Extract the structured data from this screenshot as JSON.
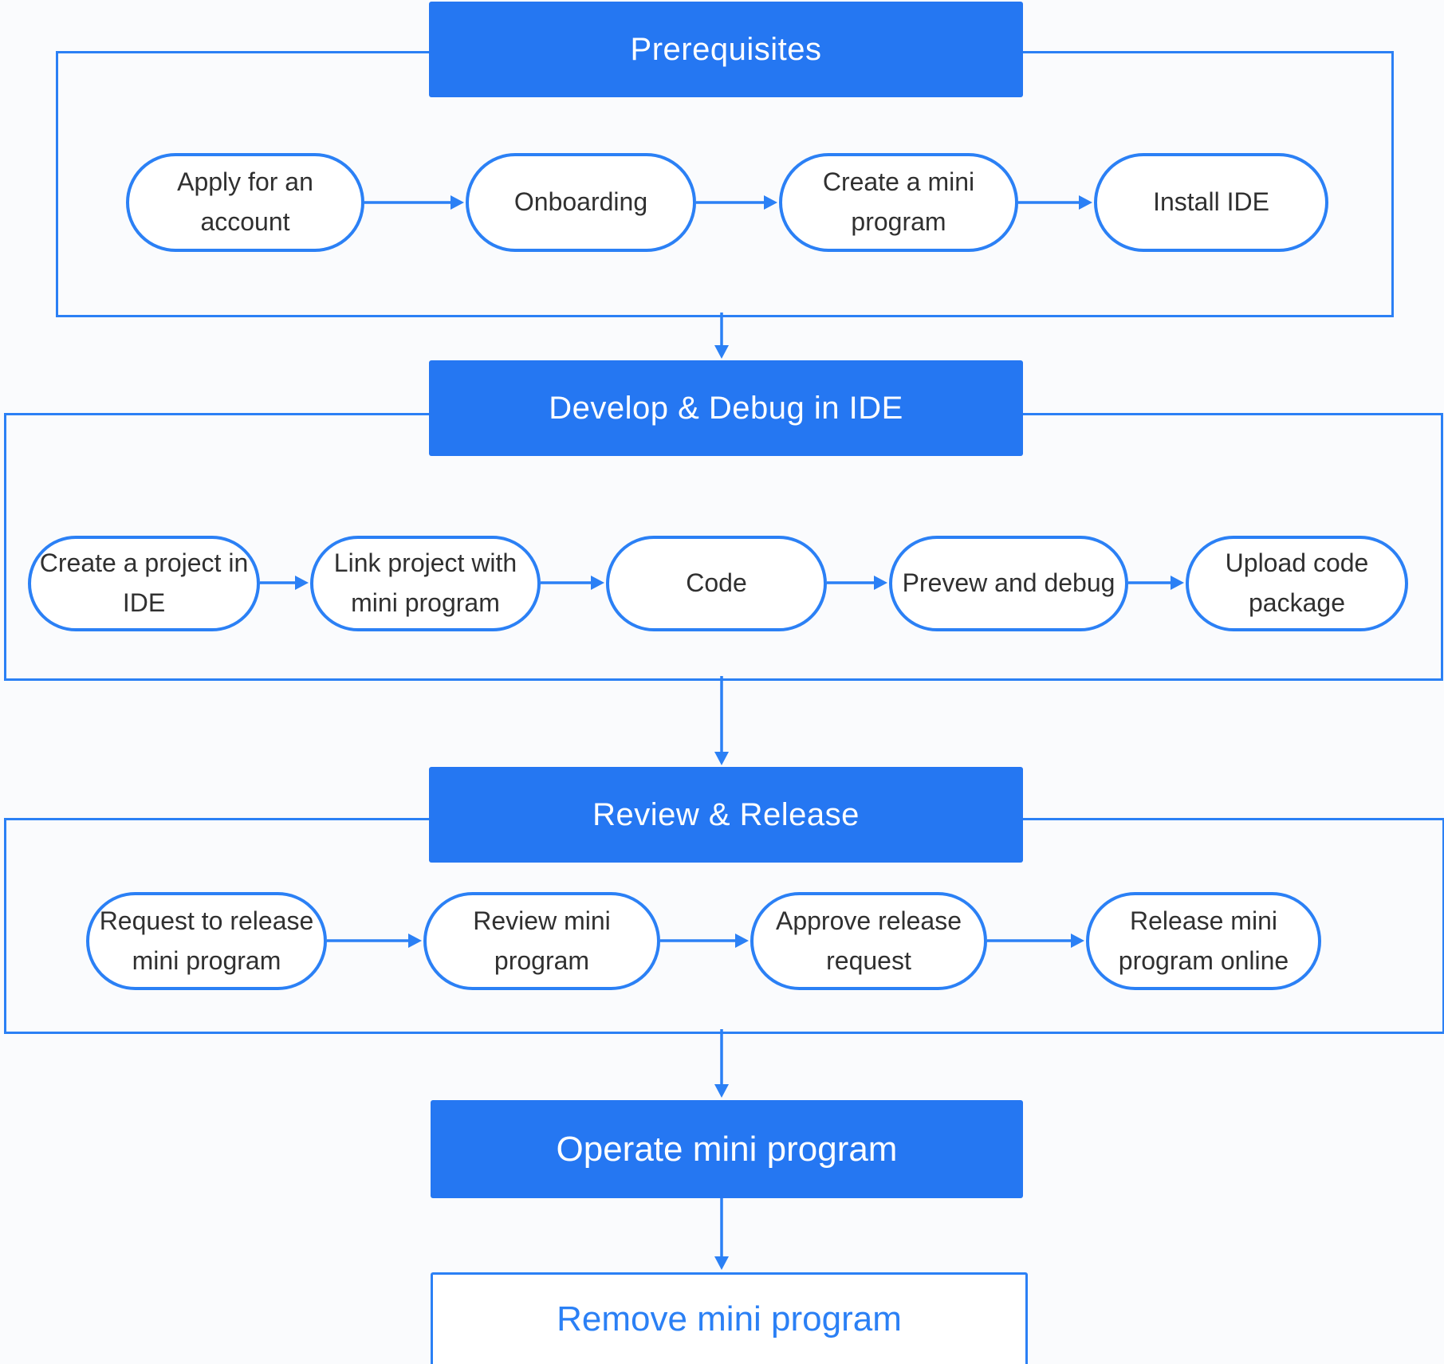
{
  "colors": {
    "header_fill": "#2577F2",
    "stroke_blue": "#2B80F5",
    "node_fill": "#FFFFFF",
    "node_text": "#303030",
    "header_text": "#FFFFFF",
    "background": "#FAFBFD"
  },
  "sections": [
    {
      "title": "Prerequisites",
      "steps": [
        "Apply for an\naccount",
        "Onboarding",
        "Create a mini\nprogram",
        "Install IDE"
      ]
    },
    {
      "title": "Develop & Debug in IDE",
      "steps": [
        "Create a project in\nIDE",
        "Link project with\nmini program",
        "Code",
        "Prevew and debug",
        "Upload code\npackage"
      ]
    },
    {
      "title": "Review & Release",
      "steps": [
        "Request to release\nmini program",
        "Review mini\nprogram",
        "Approve release\nrequest",
        "Release mini\nprogram online"
      ]
    }
  ],
  "final_steps": [
    {
      "label": "Operate mini program",
      "style": "filled"
    },
    {
      "label": "Remove mini program",
      "style": "outlined"
    }
  ]
}
